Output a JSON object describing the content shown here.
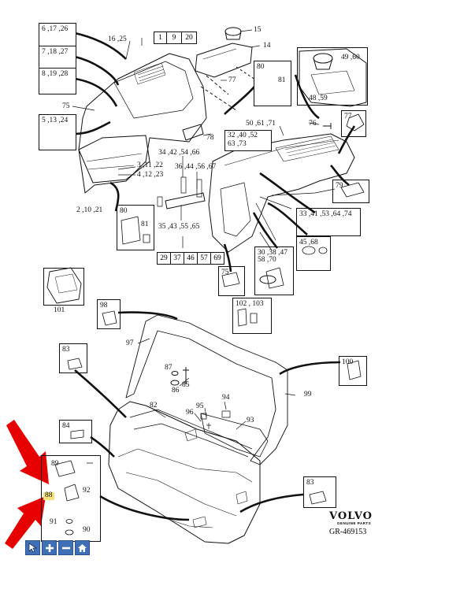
{
  "diagram": {
    "labels": {
      "l_16_25": "16 ,25",
      "l_1": "1",
      "l_9": "9",
      "l_20": "20",
      "l_15": "15",
      "l_14": "14",
      "l_77a": "77",
      "l_75a": "75",
      "l_80a": "80",
      "l_81a": "81",
      "l_49_60": "49 ,60",
      "l_48_59": "48 ,59",
      "l_50_61_71": "50 ,61 ,71",
      "l_76": "76",
      "l_77b": "77",
      "l_32_40_52": "32 ,40 ,52",
      "l_63_73": "63 ,73",
      "l_78": "78",
      "l_34_42": "34 ,42 ,54 ,66",
      "l_3_11_22": "3 ,11 ,22",
      "l_4_12_23": "4 ,12 ,23",
      "l_36_44": "36 ,44 ,56 ,67",
      "l_79": "79",
      "l_2_10_21": "2 ,10 ,21",
      "l_80b": "80",
      "l_81b": "81",
      "l_35_43": "35 ,43 ,55 ,65",
      "l_33_41": "33 ,41 ,53 ,64 ,74",
      "l_45_68": "45 ,68",
      "l_29": "29",
      "l_37": "37",
      "l_46": "46",
      "l_57": "57",
      "l_69": "69",
      "l_30_38": "30 ,38 ,47",
      "l_58_70": "58 ,70",
      "l_75b": "75",
      "l_101": "101",
      "l_102_103": "102 , 103",
      "l_98": "98",
      "l_97": "97",
      "l_83a": "83",
      "l_100": "100",
      "l_87": "87",
      "l_86": "86",
      "l_85": "85",
      "l_99": "99",
      "l_82": "82",
      "l_96": "96",
      "l_95": "95",
      "l_94": "94",
      "l_93": "93",
      "l_84": "84",
      "l_83b": "83",
      "l_89": "89",
      "l_92": "92",
      "l_88": "88",
      "l_91": "91",
      "l_90": "90",
      "l_6_17_26": "6 ,17 ,26",
      "l_7_18_27": "7 ,18 ,27",
      "l_8_19_28": "8 ,19 ,28",
      "l_5_13_24": "5 ,13 ,24"
    },
    "brand": "VOLVO",
    "brand_sub": "GENUINE PARTS",
    "reference": "GR-469153"
  },
  "toolbar": {
    "buttons": [
      {
        "name": "pointer",
        "icon": "cursor-icon"
      },
      {
        "name": "zoom-in",
        "icon": "plus-icon"
      },
      {
        "name": "zoom-out",
        "icon": "minus-icon"
      },
      {
        "name": "home",
        "icon": "home-icon"
      }
    ]
  },
  "colors": {
    "ink": "#111111",
    "highlight_arrow": "#e60000",
    "toolbar_blue": "#3f6fb7",
    "highlight_box": "#f6e27a"
  }
}
